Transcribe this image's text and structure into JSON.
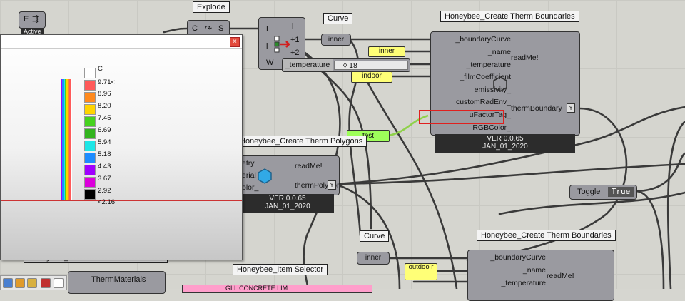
{
  "explode": {
    "title": "Explode",
    "port_in": "C",
    "port_s": "S",
    "port_e": "E"
  },
  "active_label": "Active",
  "list_item": {
    "in_l": "L",
    "in_i": "i",
    "in_w": "W",
    "out_i": "i",
    "out_p1": "+1",
    "out_p2": "+2"
  },
  "curve_top": {
    "title": "Curve",
    "label": "inner"
  },
  "panel_inner": "inner",
  "panel_indoor": "indoor",
  "panel_test": "test",
  "temperature_slider": {
    "label": "_temperature",
    "value": "◊ 18"
  },
  "boundary1": {
    "title": "Honeybee_Create Therm Boundaries",
    "inputs": [
      "_boundaryCurve",
      "_name",
      "_temperature",
      "_filmCoefficient",
      "emissivity_",
      "customRadEnv_",
      "uFactorTag_",
      "RGBColor_"
    ],
    "outputs": [
      "readMe!",
      "thermBoundary"
    ],
    "version": "VER 0.0.65",
    "date": "JAN_01_2020"
  },
  "polygons": {
    "title": "Honeybee_Create Therm Polygons",
    "inputs": [
      "etry",
      "erial",
      "olor_"
    ],
    "outputs": [
      "readMe!",
      "thermPolygon"
    ],
    "version": "VER 0.0.65",
    "date": "JAN_01_2020"
  },
  "toggle": {
    "label": "Toggle",
    "value": "True"
  },
  "curve_bottom": {
    "title": "Curve",
    "label": "inner"
  },
  "panel_outdoor": "outdoo r",
  "boundary2": {
    "title": "Honeybee_Create Therm Boundaries",
    "inputs": [
      "_boundaryCurve",
      "_name",
      "_temperature"
    ],
    "outputs": [
      "readMe!"
    ]
  },
  "call_lib_title": "Honeybee_Call from EP Construction Library",
  "therm_materials": "ThermMaterials",
  "item_selector_title": "Honeybee_Item Selector",
  "pink_text": "GLL CONCRETE LIM",
  "legend_window": {
    "close": "×",
    "unit": "C",
    "values": [
      "9.71<",
      "8.96",
      "8.20",
      "7.45",
      "6.69",
      "5.94",
      "5.18",
      "4.43",
      "3.67",
      "2.92",
      "<2.16"
    ],
    "colors": [
      "#ffffff",
      "#ff5a5a",
      "#ff8a1e",
      "#ffd400",
      "#46d21e",
      "#32b41e",
      "#1ee6e6",
      "#1e8cff",
      "#a000ff",
      "#dc00dc",
      "#000000"
    ]
  },
  "highlight_color": "#e0201e"
}
